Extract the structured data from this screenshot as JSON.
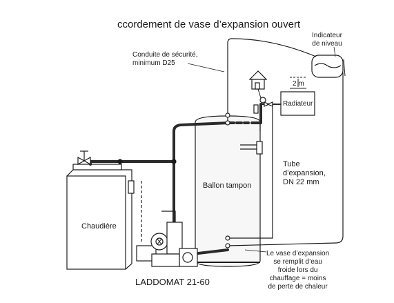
{
  "title": "ccordement de vase d’expansion ouvert",
  "labels": {
    "safety_pipe": [
      "Conduite de sécurité,",
      "minimum D25"
    ],
    "level_indicator": [
      "Indicateur",
      "de niveau"
    ],
    "height": "2 m",
    "radiator": "Radiateur",
    "buffer_tank": "Ballon tampon",
    "expansion_tube": [
      "Tube",
      "d’expansion,",
      "DN 22 mm"
    ],
    "boiler": "Chaudière",
    "product": "LADDOMAT 21-60",
    "note": [
      "Le vase d’expansion",
      "se remplit d’eau",
      "froide lors du",
      "chauffage = moins",
      "de perte de chaleur"
    ]
  },
  "colors": {
    "line": "#1a1a1a",
    "pipe": "#2a2a2a",
    "tank_fill": "#f7f7f7"
  },
  "icons": [
    "house-icon",
    "valve-icon",
    "pump-icon",
    "thermometer-icon",
    "expansion-vessel-icon"
  ]
}
